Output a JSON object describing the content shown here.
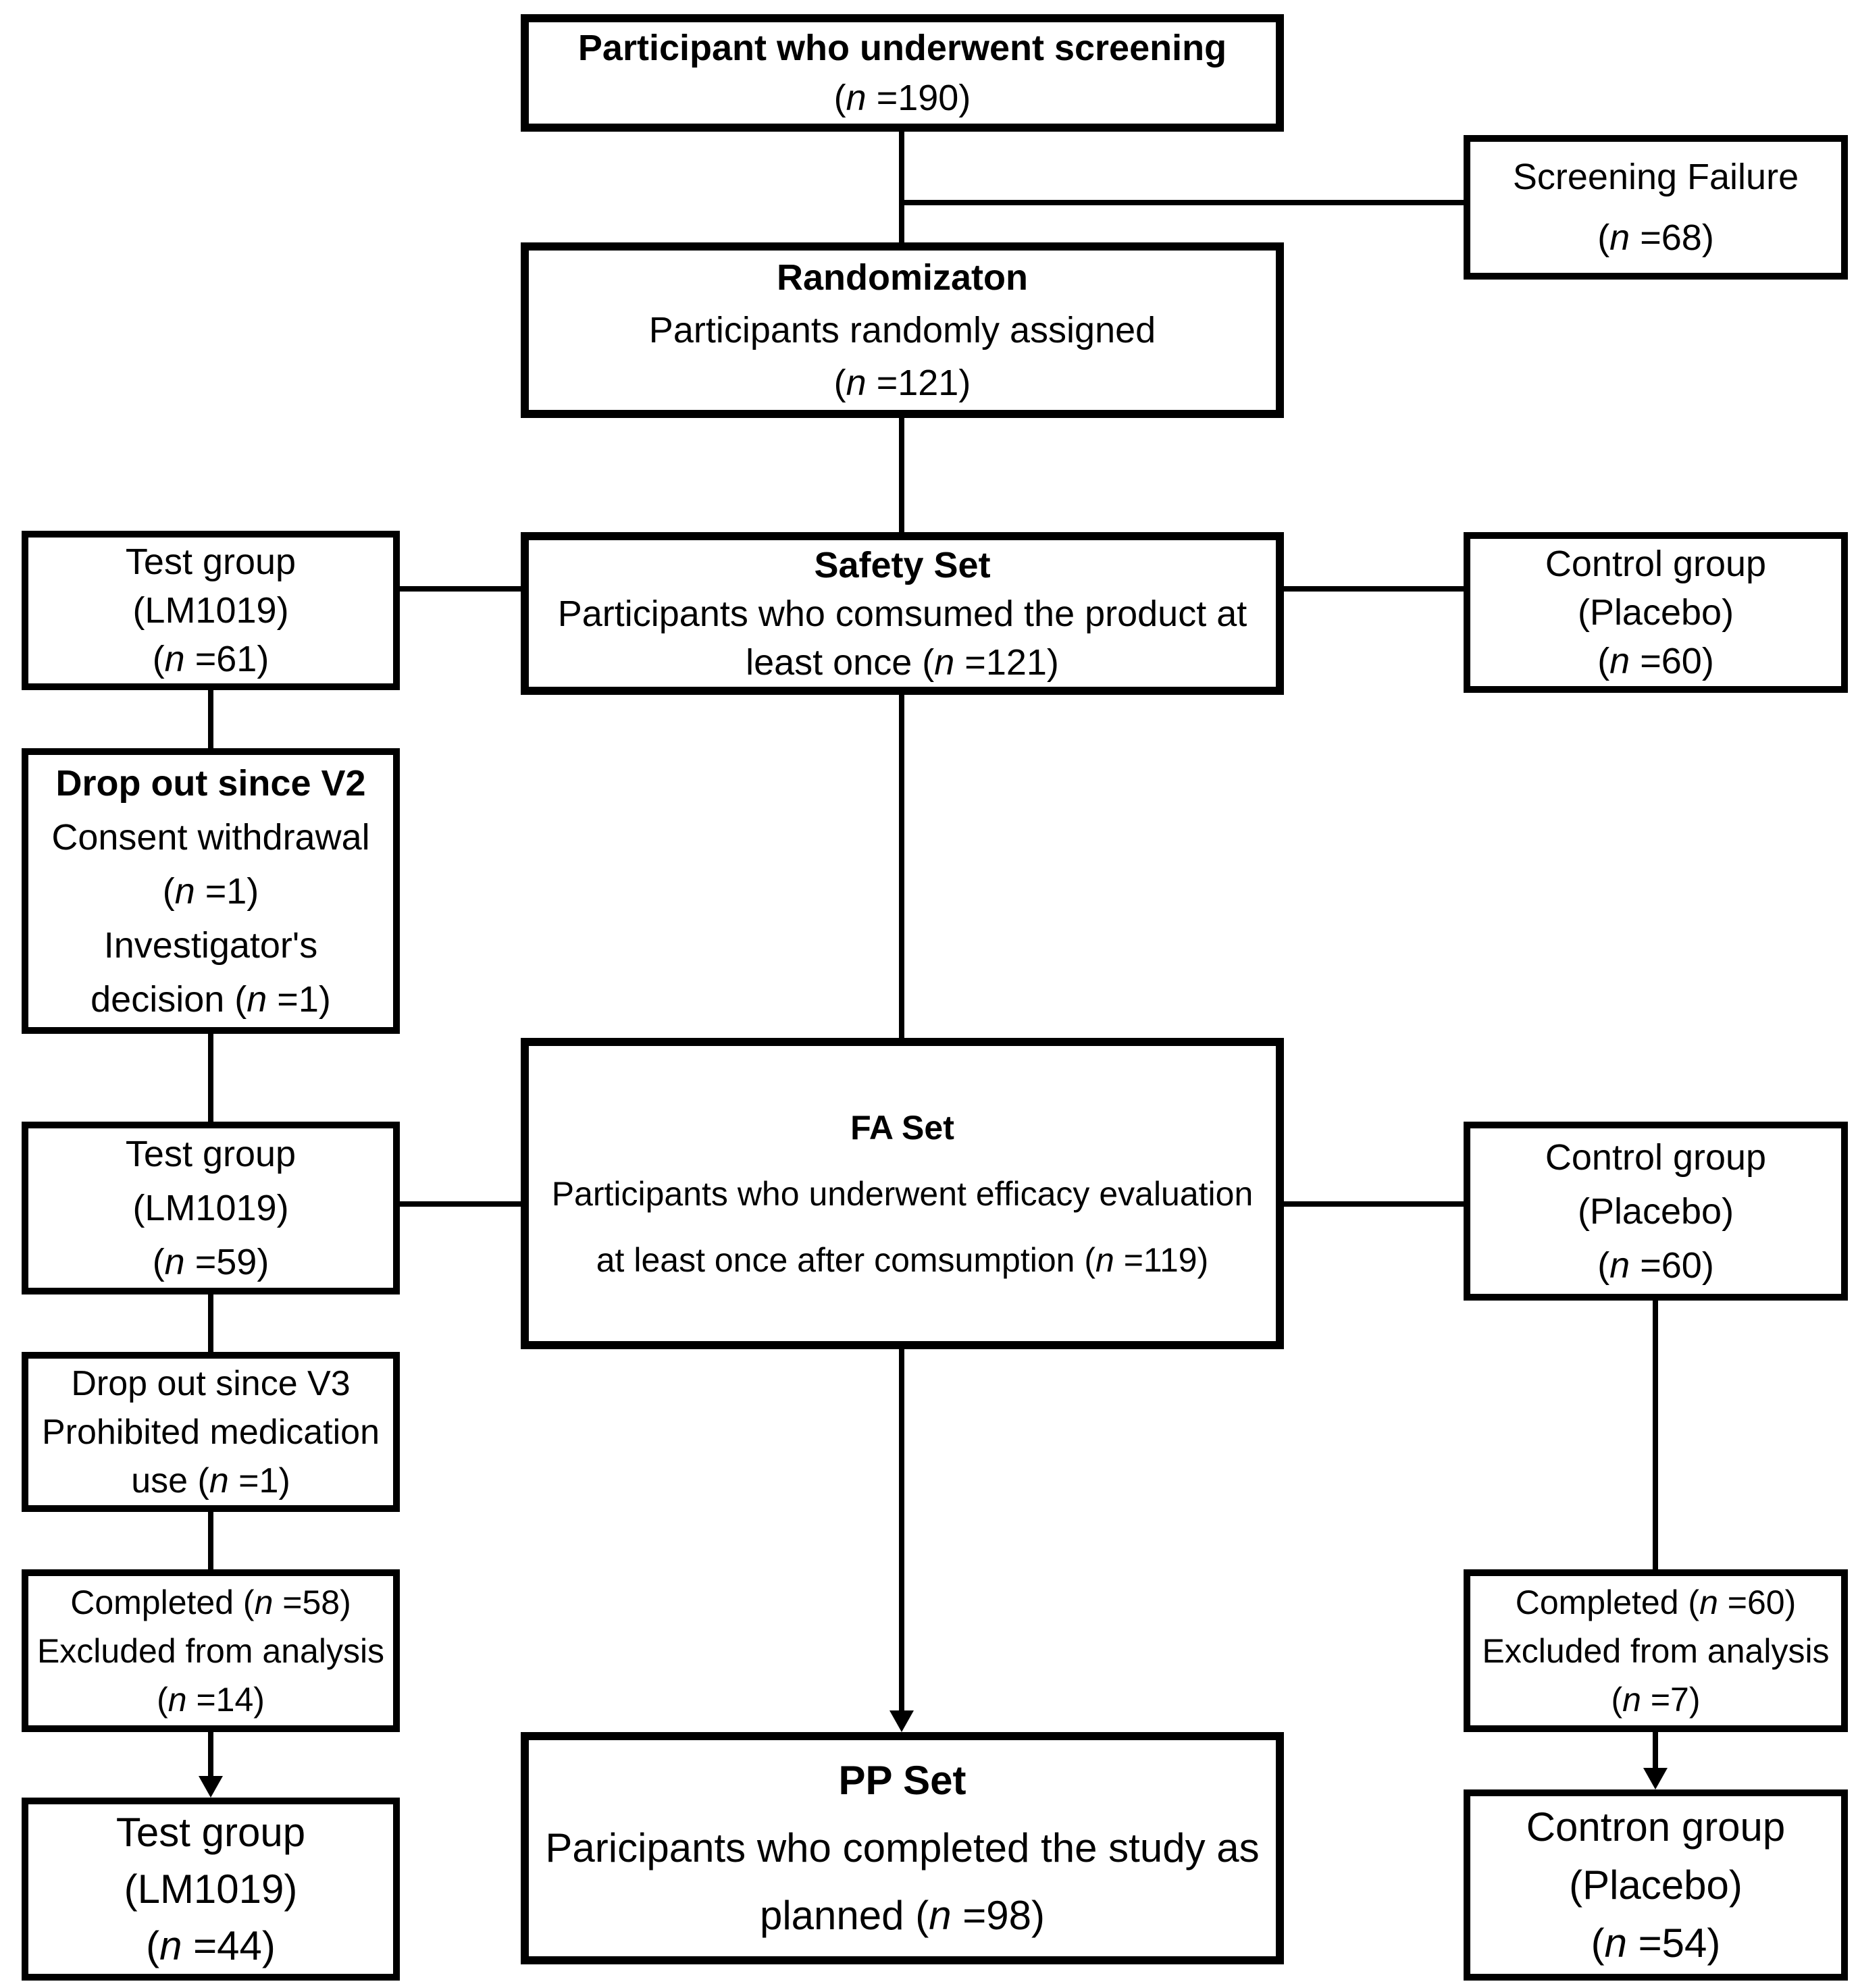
{
  "colors": {
    "line": "#000000",
    "background": "#ffffff",
    "text": "#000000"
  },
  "boxes": {
    "screening": {
      "lines": [
        "Participant who underwent screening",
        "(n =190)"
      ]
    },
    "screening_failure": {
      "lines": [
        "Screening Failure",
        "(n =68)"
      ]
    },
    "randomization": {
      "lines": [
        "Randomizaton",
        "Participants randomly assigned",
        "(n =121)"
      ]
    },
    "test_group_safety": {
      "lines": [
        "Test group",
        "(LM1019)",
        "(n =61)"
      ]
    },
    "safety_set": {
      "lines": [
        "Safety Set",
        "Participants who comsumed the product at",
        "least once (n =121)"
      ]
    },
    "control_group_safety": {
      "lines": [
        "Control group",
        "(Placebo)",
        "(n =60)"
      ]
    },
    "dropout_v2": {
      "lines": [
        "Drop out since V2",
        "Consent withdrawal",
        "(n =1)",
        "Investigator's",
        "decision (n =1)"
      ]
    },
    "test_group_fa": {
      "lines": [
        "Test group",
        "(LM1019)",
        "(n =59)"
      ]
    },
    "fa_set": {
      "lines": [
        "FA Set",
        "Participants who underwent efficacy evaluation",
        "at least once after comsumption (n =119)"
      ]
    },
    "control_group_fa": {
      "lines": [
        "Control group",
        "(Placebo)",
        "(n =60)"
      ]
    },
    "dropout_v3": {
      "lines": [
        "Drop out since V3",
        "Prohibited medication",
        "use (n =1)"
      ]
    },
    "completed_test": {
      "lines": [
        "Completed (n =58)",
        "Excluded from analysis",
        "(n =14)"
      ]
    },
    "completed_control": {
      "lines": [
        "Completed (n =60)",
        "Excluded from analysis",
        "(n =7)"
      ]
    },
    "test_group_pp": {
      "lines": [
        "Test group",
        "(LM1019)",
        "(n =44)"
      ]
    },
    "pp_set": {
      "lines": [
        "PP Set",
        "Paricipants who completed the study as",
        "planned (n =98)"
      ]
    },
    "control_group_pp": {
      "lines": [
        "Contron group",
        "(Placebo)",
        "(n =54)"
      ]
    }
  }
}
